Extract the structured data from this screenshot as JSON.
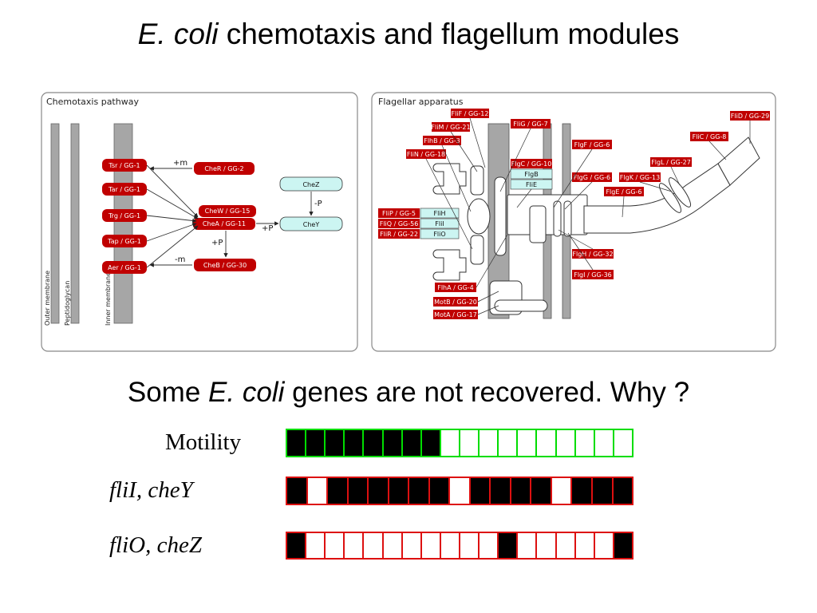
{
  "title": {
    "italic": "E. coli",
    "rest": " chemotaxis and flagellum modules"
  },
  "subtitle": {
    "pre": "Some ",
    "italic": "E. coli",
    "post": " genes are not recovered. Why ?"
  },
  "chemotaxis_panel": {
    "title": "Chemotaxis pathway",
    "membranes": [
      "Outer membrane",
      "Peptidoglycan",
      "Inner membrane"
    ],
    "receptors": [
      "Tsr / GG-1",
      "Tar / GG-1",
      "Trg / GG-1",
      "Tap / GG-1",
      "Aer / GG-1"
    ],
    "cher": "CheR / GG-2",
    "chew": "CheW / GG-15",
    "chea": "CheA / GG-11",
    "cheb": "CheB / GG-30",
    "chez": "CheZ",
    "chey": "CheY",
    "arrow_labels": {
      "plus_m": "+m",
      "minus_m": "-m",
      "plus_p_b": "+P",
      "plus_p_y": "+P",
      "minus_p": "-P"
    }
  },
  "flagellar_panel": {
    "title": "Flagellar apparatus",
    "left_labels": [
      "FliF / GG-12",
      "FliM / GG-21",
      "FlhB / GG-3",
      "FliN / GG-18",
      "FliG / GG-7"
    ],
    "export_red": [
      "FliP / GG-5",
      "FliQ / GG-56",
      "FliR / GG-22"
    ],
    "export_cyan": [
      "FliH",
      "FliI",
      "FliO"
    ],
    "rod_red": "FlgC / GG-10",
    "rod_cyan": [
      "FlgB",
      "FliE"
    ],
    "right_labels": [
      "FlgF / GG-6",
      "FlgG / GG-6",
      "FlgK / GG-13",
      "FlgE / GG-6",
      "FlgL / GG-27",
      "FliC / GG-8",
      "FliD / GG-29",
      "FlgH / GG-32",
      "FlgI / GG-36"
    ],
    "bottom_labels": [
      "FlhA / GG-4",
      "MotB / GG-20",
      "MotA / GG-17"
    ]
  },
  "colors": {
    "red": "#c00000",
    "cyan": "#ccf5f2",
    "grey": "#a6a6a6",
    "green": "#00dd00",
    "bar_red": "#dd1010"
  },
  "rows": [
    {
      "label": "Motility",
      "italic": false,
      "border": "#00dd00",
      "cells": [
        1,
        1,
        1,
        1,
        1,
        1,
        1,
        1,
        0,
        0,
        0,
        0,
        0,
        0,
        0,
        0,
        0,
        0
      ]
    },
    {
      "label": "fliI, cheY",
      "italic": true,
      "border": "#dd1010",
      "cells": [
        1,
        0,
        1,
        1,
        1,
        1,
        1,
        1,
        0,
        1,
        1,
        1,
        1,
        0,
        1,
        1,
        1
      ]
    },
    {
      "label": "fliO, cheZ",
      "italic": true,
      "border": "#dd1010",
      "cells": [
        1,
        0,
        0,
        0,
        0,
        0,
        0,
        0,
        0,
        0,
        0,
        1,
        0,
        0,
        0,
        0,
        0,
        1
      ]
    }
  ]
}
